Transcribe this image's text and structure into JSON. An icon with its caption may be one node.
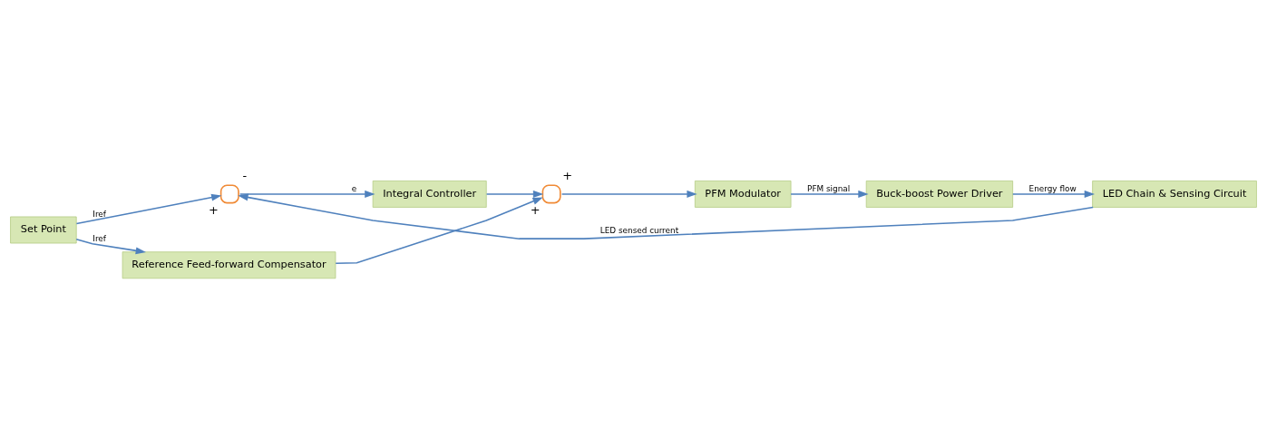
{
  "diagram": {
    "nodes": [
      {
        "text": [
          "Set Point"
        ]
      },
      {
        "text": [],
        "shape": "circle",
        "beside": [
          "-",
          "+"
        ]
      },
      {
        "text": [
          "Integral Controller"
        ]
      },
      {
        "text": [],
        "shape": "circle",
        "beside": [
          "+",
          "+"
        ]
      },
      {
        "text": [
          "PFM Modulator"
        ]
      },
      {
        "text": [
          "Buck-boost Power Driver"
        ]
      },
      {
        "text": [
          "LED Chain & Sensing Circuit"
        ]
      },
      {
        "text": [
          "Reference Feed-forward Compensator"
        ]
      }
    ],
    "edges": [
      {
        "from": 0,
        "to": 1,
        "arrow": "to",
        "label": "Iref"
      },
      {
        "from": 1,
        "to": 2,
        "arrow": "to",
        "label": "e"
      },
      {
        "from": 2,
        "to": 3,
        "arrow": "to"
      },
      {
        "from": 3,
        "to": 4,
        "arrow": "to"
      },
      {
        "from": 4,
        "to": 5,
        "arrow": "to",
        "label": "PFM signal"
      },
      {
        "from": 5,
        "to": 6,
        "arrow": "to",
        "label": "Energy flow"
      },
      {
        "from": 6,
        "to": 1,
        "arrow": "to",
        "label": "LED sensed current"
      },
      {
        "from": 0,
        "to": 7,
        "arrow": "to",
        "label": "Iref"
      },
      {
        "from": 7,
        "to": 3,
        "arrow": "to"
      }
    ]
  }
}
